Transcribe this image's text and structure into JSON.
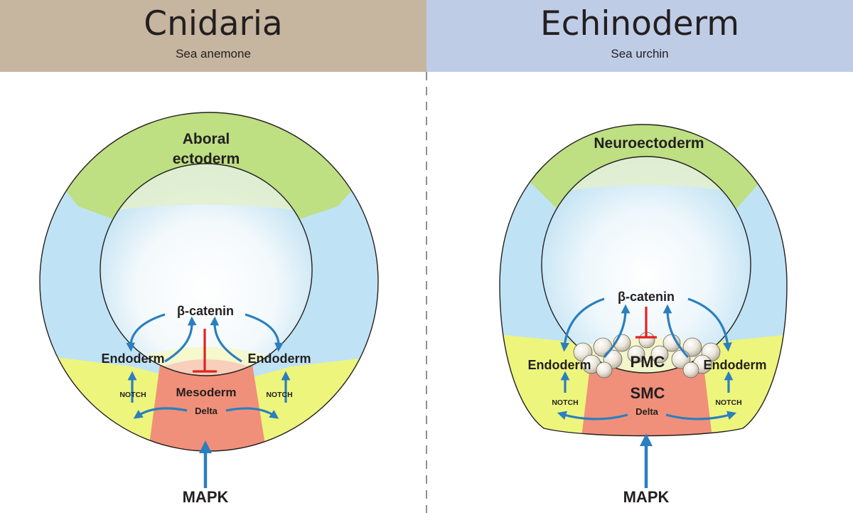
{
  "left": {
    "title": "Cnidaria",
    "subtitle": "Sea anemone",
    "labels": {
      "top_line1": "Aboral",
      "top_line2": "ectoderm",
      "signal": "β-catenin",
      "endoderm_left": "Endoderm",
      "endoderm_right": "Endoderm",
      "mesoderm": "Mesoderm",
      "notch_left": "NOTCH",
      "notch_right": "NOTCH",
      "delta": "Delta",
      "pathway": "MAPK"
    }
  },
  "right": {
    "title": "Echinoderm",
    "subtitle": "Sea urchin",
    "labels": {
      "top": "Neuroectoderm",
      "signal": "β-catenin",
      "endoderm_left": "Endoderm",
      "endoderm_right": "Endoderm",
      "pmc": "PMC",
      "smc": "SMC",
      "notch_left": "NOTCH",
      "notch_right": "NOTCH",
      "delta": "Delta",
      "pathway": "MAPK"
    }
  },
  "colors": {
    "ectoderm_green": "#bedf82",
    "body_blue": "#bfe3f5",
    "endoderm_yellow": "#eef57d",
    "mesoderm_salmon": "#f0907a",
    "arrow_blue": "#2a7fbf",
    "inhibit_red": "#e32222"
  }
}
